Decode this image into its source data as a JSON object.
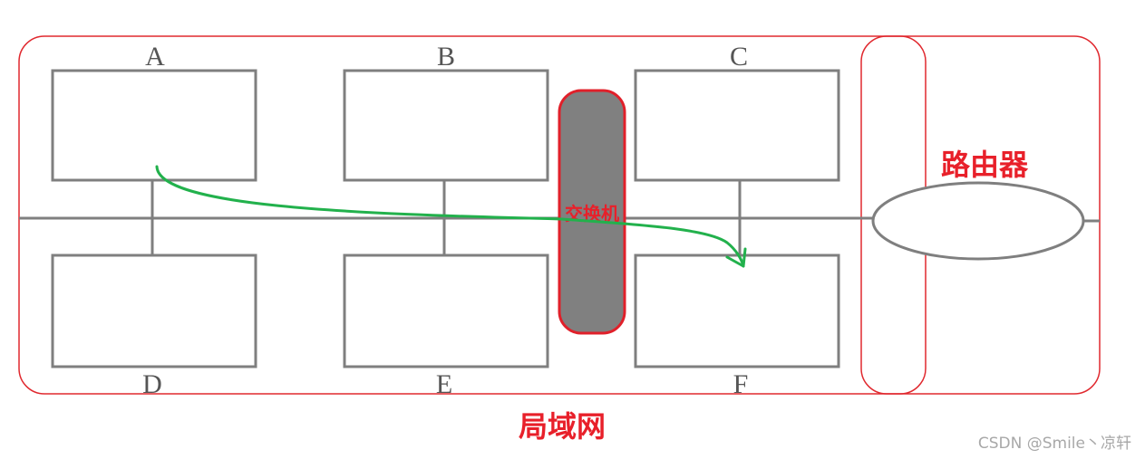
{
  "diagram": {
    "hosts": [
      {
        "id": "A",
        "label": "A"
      },
      {
        "id": "B",
        "label": "B"
      },
      {
        "id": "C",
        "label": "C"
      },
      {
        "id": "D",
        "label": "D"
      },
      {
        "id": "E",
        "label": "E"
      },
      {
        "id": "F",
        "label": "F"
      }
    ],
    "switch_label": "交换机",
    "router_label": "路由器",
    "lan_label": "局域网",
    "watermark": "CSDN @Smile丶凉轩"
  },
  "colors": {
    "box_stroke": "#7f7f7f",
    "bus_line": "#7f7f7f",
    "region_border": "#e0282e",
    "switch_fill": "#808080",
    "switch_border": "#e0202a",
    "arrow": "#22b14c",
    "label_red": "#e8202a"
  }
}
